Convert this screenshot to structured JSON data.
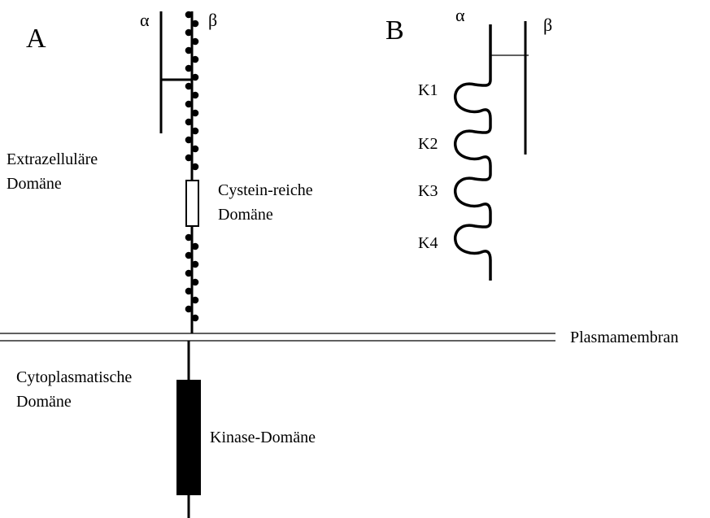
{
  "panel_a": {
    "letter": "A",
    "alpha": "α",
    "beta": "β",
    "extracellular_label": [
      "Extrazelluläre",
      "Domäne"
    ],
    "cysteine_label": [
      "Cystein-reiche",
      "Domäne"
    ],
    "cytoplasmic_label": [
      "Cytoplasmatische",
      "Domäne"
    ],
    "kinase_label": "Kinase-Domäne"
  },
  "panel_b": {
    "letter": "B",
    "alpha": "α",
    "beta": "β",
    "kringles": [
      "K1",
      "K2",
      "K3",
      "K4"
    ]
  },
  "membrane_label": "Plasmamembran",
  "colors": {
    "ink": "#000000",
    "background": "#ffffff"
  }
}
